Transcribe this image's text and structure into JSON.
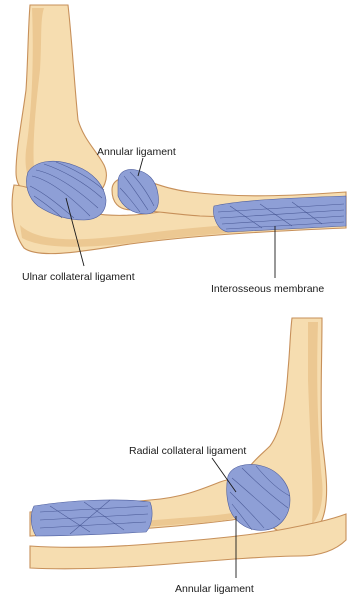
{
  "labels": {
    "top_annular": "Annular ligament",
    "ulnar_collateral": "Ulnar collateral ligament",
    "interosseous": "Interosseous membrane",
    "radial_collateral": "Radial collateral ligament",
    "bottom_annular": "Annular ligament"
  },
  "colors": {
    "bone_fill": "#f6ddb0",
    "bone_outline": "#c7905a",
    "ligament_fill": "#8e9fd6",
    "ligament_fiber": "#3f4f8c"
  }
}
